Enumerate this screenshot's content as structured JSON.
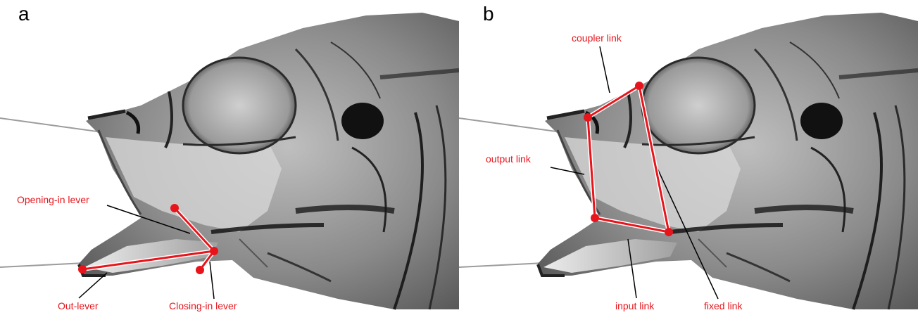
{
  "panels": [
    {
      "letter": "a",
      "labels": {
        "opening_in_lever": "Opening-in lever",
        "out_lever": "Out-lever",
        "closing_in_lever": "Closing-in lever"
      }
    },
    {
      "letter": "b",
      "labels": {
        "coupler_link": "coupler link",
        "output_link": "output link",
        "input_link": "input link",
        "fixed_link": "fixed link"
      }
    }
  ],
  "colors": {
    "annotation": "#e8141b",
    "leader_line": "#000000",
    "background": "#ffffff"
  }
}
